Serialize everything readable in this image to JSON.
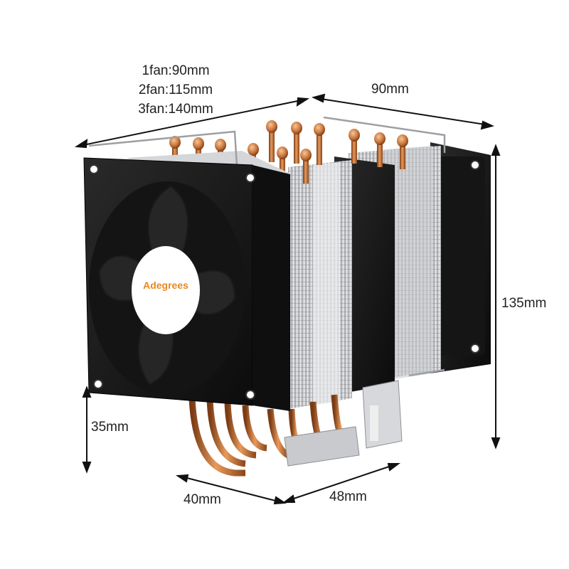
{
  "fan_sizes": [
    "1fan:90mm",
    "2fan:115mm",
    "3fan:140mm"
  ],
  "dimensions": {
    "width": "90mm",
    "height": "135mm",
    "base_height": "35mm",
    "base_depth": "40mm",
    "base_width": "48mm"
  },
  "brand": "Adegrees",
  "colors": {
    "fan_frame": "#1a1a1a",
    "fin_silver": "#d9dadc",
    "copper": "#c8753a",
    "brand": "#e8891e",
    "dimension_line": "#111111"
  }
}
